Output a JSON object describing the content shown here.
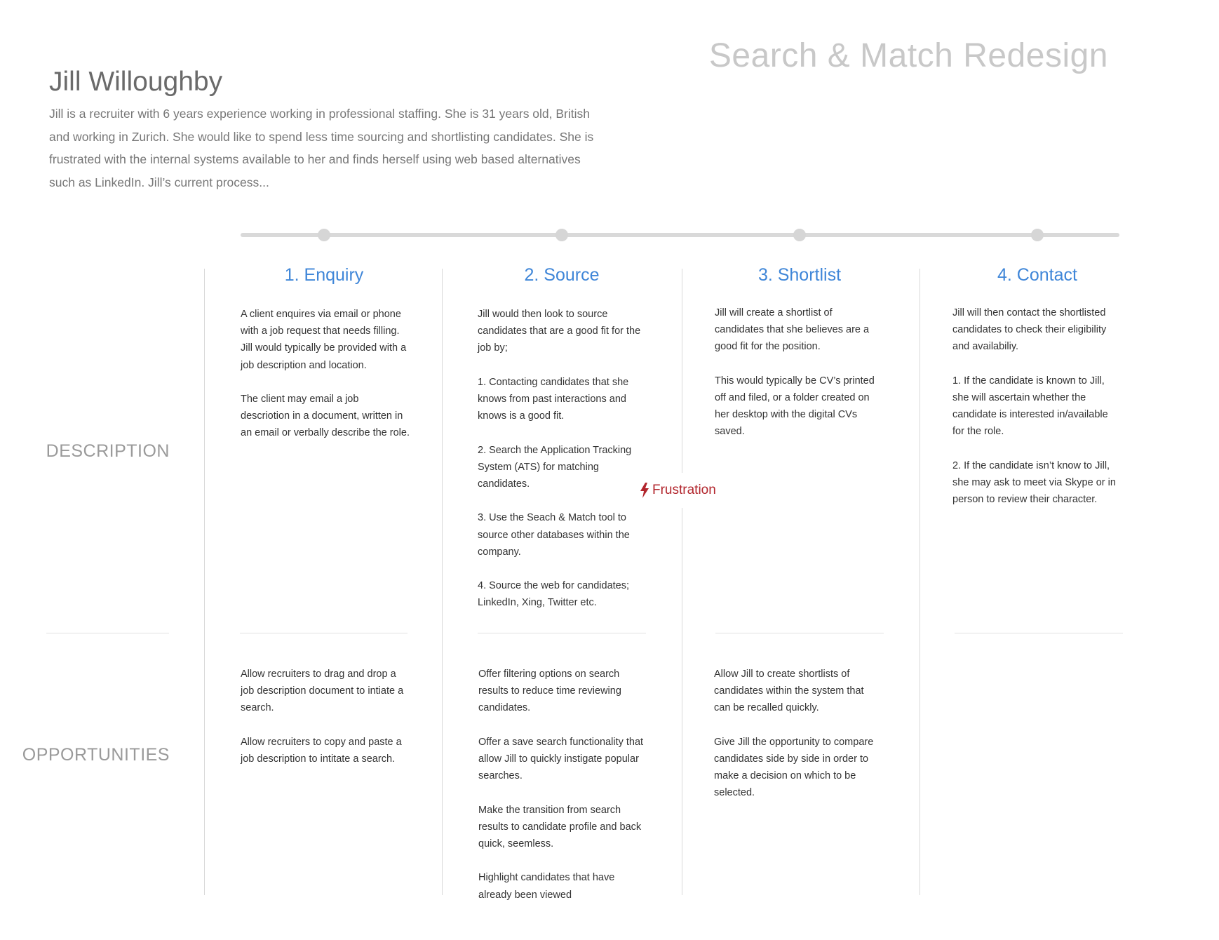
{
  "project_title": "Search & Match Redesign",
  "persona": {
    "name": "Jill Willoughby",
    "bio": "Jill is a recruiter with 6 years experience working in professional staffing.  She is 31 years old, British and working in Zurich.  She would like to spend less time sourcing and shortlisting candidates. She is frustrated with the internal systems available to her and finds herself using web based alternatives such as LinkedIn. Jill’s current process..."
  },
  "row_labels": {
    "description": "DESCRIPTION",
    "opportunities": "OPPORTUNITIES"
  },
  "frustration": {
    "label": "Frustration",
    "icon": "lightning-icon",
    "color": "#b2262d"
  },
  "colors": {
    "stage_title": "#3f86d8",
    "timeline": "#d9d9d9"
  },
  "stages": [
    {
      "title": "1. Enquiry",
      "description": [
        "A client enquires via email or phone\nwith a job request that needs filling.\nJill would typically be provided with a\njob description and location.",
        "The client may email a job\ndescriotion in a document, written in\nan email or verbally describe the role."
      ],
      "opportunities": [
        "Allow recruiters  to drag and drop a\njob description document to intiate a\nsearch.",
        "Allow recruiters to copy and paste a\njob description to intitate a search."
      ]
    },
    {
      "title": "2. Source",
      "description": [
        "Jill would then look to source\ncandidates that are a good fit for the\njob by;",
        "1. Contacting candidates that she\nknows from past interactions and\nknows is a good fit.",
        "2. Search the Application Tracking\nSystem (ATS) for matching\ncandidates.",
        "3. Use the Seach & Match tool to\nsource other databases within the\ncompany.",
        "4. Source the web for candidates;\nLinkedIn, Xing, Twitter etc."
      ],
      "opportunities": [
        "Offer filtering options on search\nresults to reduce time reviewing\ncandidates.",
        "Offer a save search functionality that\nallow Jill to quickly instigate popular\nsearches.",
        "Make the transition from search\nresults to candidate profile and back\nquick, seemless.",
        "Highlight candidates that have\nalready been viewed"
      ]
    },
    {
      "title": "3. Shortlist",
      "description": [
        "Jill will create a shortlist of\ncandidates that she believes are a\ngood fit for the position.",
        "This would typically be CV’s printed\noff and filed, or a folder created on\nher desktop with the digital CVs\nsaved."
      ],
      "opportunities": [
        "Allow Jill to create shortlists of\ncandidates within the system that\ncan be recalled quickly.",
        "Give Jill the opportunity to compare\ncandidates side by side in order to\nmake a decision on which to be\nselected."
      ]
    },
    {
      "title": "4. Contact",
      "description": [
        "Jill will then contact the shortlisted\ncandidates to check their eligibility\nand availabiliy.",
        "1. If the candidate is known to Jill,\nshe will ascertain whether the\ncandidate is interested in/available\nfor the role.",
        "2. If the candidate isn’t know to Jill,\nshe may ask to meet via Skype or in\nperson to review their character."
      ],
      "opportunities": []
    }
  ]
}
